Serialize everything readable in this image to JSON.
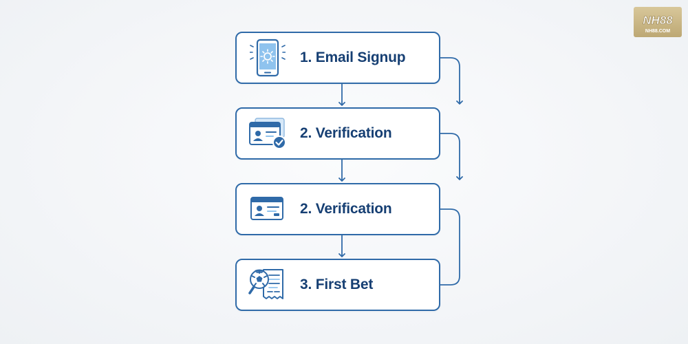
{
  "steps": [
    {
      "label": "1. Email Signup",
      "icon": "smartphone-icon"
    },
    {
      "label": "2. Verification",
      "icon": "id-card-check-icon"
    },
    {
      "label": "2. Verification",
      "icon": "id-card-icon"
    },
    {
      "label": "3. First Bet",
      "icon": "soccer-betslip-icon"
    }
  ],
  "logo": {
    "text": "NH88",
    "subtext": "NH88.COM"
  },
  "colors": {
    "stroke": "#2f6aa8",
    "text": "#163f73",
    "icon_fill": "#8fc3ee",
    "logo_bg": "#c8b583"
  }
}
